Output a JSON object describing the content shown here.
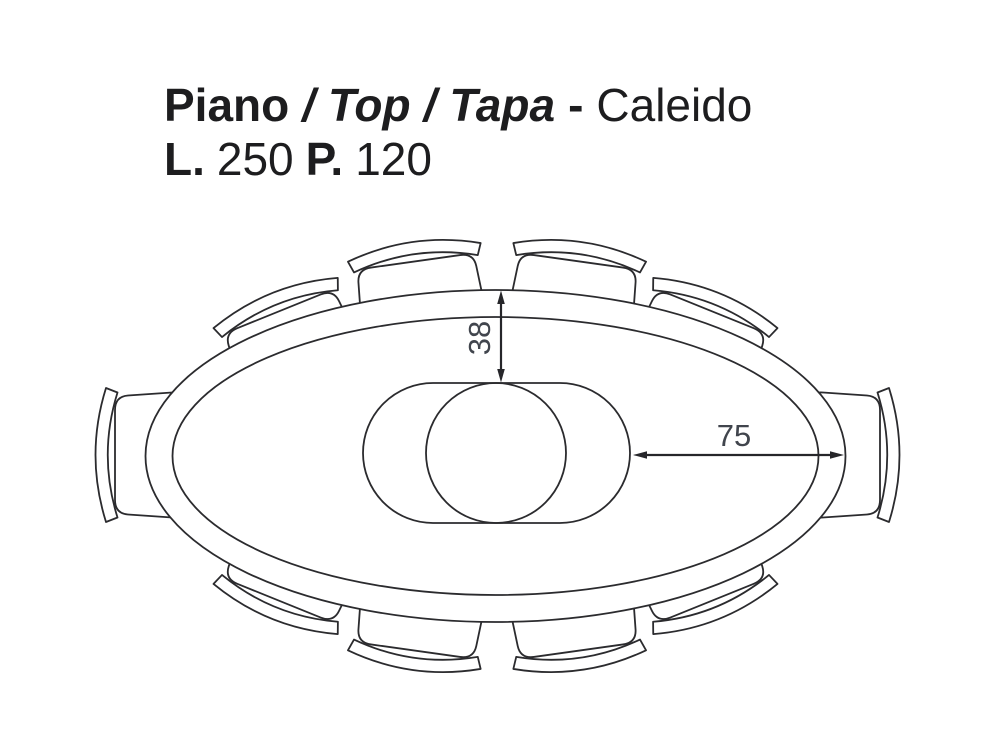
{
  "title": {
    "word_piano": "Piano",
    "sep_1": "/",
    "word_top": "Top",
    "sep_2": "/",
    "word_tapa": "Tapa",
    "sep_dash": "-",
    "product_name": "Caleido"
  },
  "size_line": {
    "length_label": "L.",
    "length_value": "250",
    "depth_label": "P.",
    "depth_value": "120"
  },
  "diagram": {
    "dim_vertical": "38",
    "dim_horizontal": "75",
    "chair_count": 10
  },
  "colors": {
    "background": "#ffffff",
    "line": "#2b2b2e",
    "title_text": "#1d1d1f",
    "dimension_text": "#41454d"
  }
}
